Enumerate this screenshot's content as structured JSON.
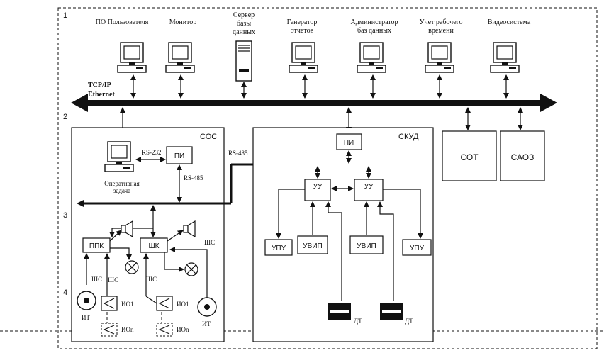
{
  "levels": [
    "1",
    "2",
    "3",
    "4"
  ],
  "network": {
    "protocol": "TCP/IP",
    "medium": "Ethernet"
  },
  "workstations": [
    {
      "label_lines": [
        "ПО Пользователя"
      ]
    },
    {
      "label_lines": [
        "Монитор"
      ]
    },
    {
      "label_lines": [
        "Сервер",
        "базы",
        "данных"
      ]
    },
    {
      "label_lines": [
        "Генератор",
        "отчетов"
      ]
    },
    {
      "label_lines": [
        "Администратор",
        "баз данных"
      ]
    },
    {
      "label_lines": [
        "Учет рабочего",
        "времени"
      ]
    },
    {
      "label_lines": [
        "Видеосистема"
      ]
    }
  ],
  "sos": {
    "title": "СОС",
    "pi": "ПИ",
    "rs232": "RS-232",
    "rs485_local": "RS-485",
    "operator_label": [
      "Оперативная",
      "задача"
    ],
    "ppk": "ППК",
    "shk": "ШК",
    "shs": "ШС",
    "io1": "ИО1",
    "ion": "ИОn",
    "it": "ИТ"
  },
  "bus_label": "RS-485",
  "skud": {
    "title": "СКУД",
    "pi": "ПИ",
    "uu": "УУ",
    "upu": "УПУ",
    "uvip": "УВИП",
    "dt": "ДТ"
  },
  "sot": "СОТ",
  "saoz": "САОЗ"
}
